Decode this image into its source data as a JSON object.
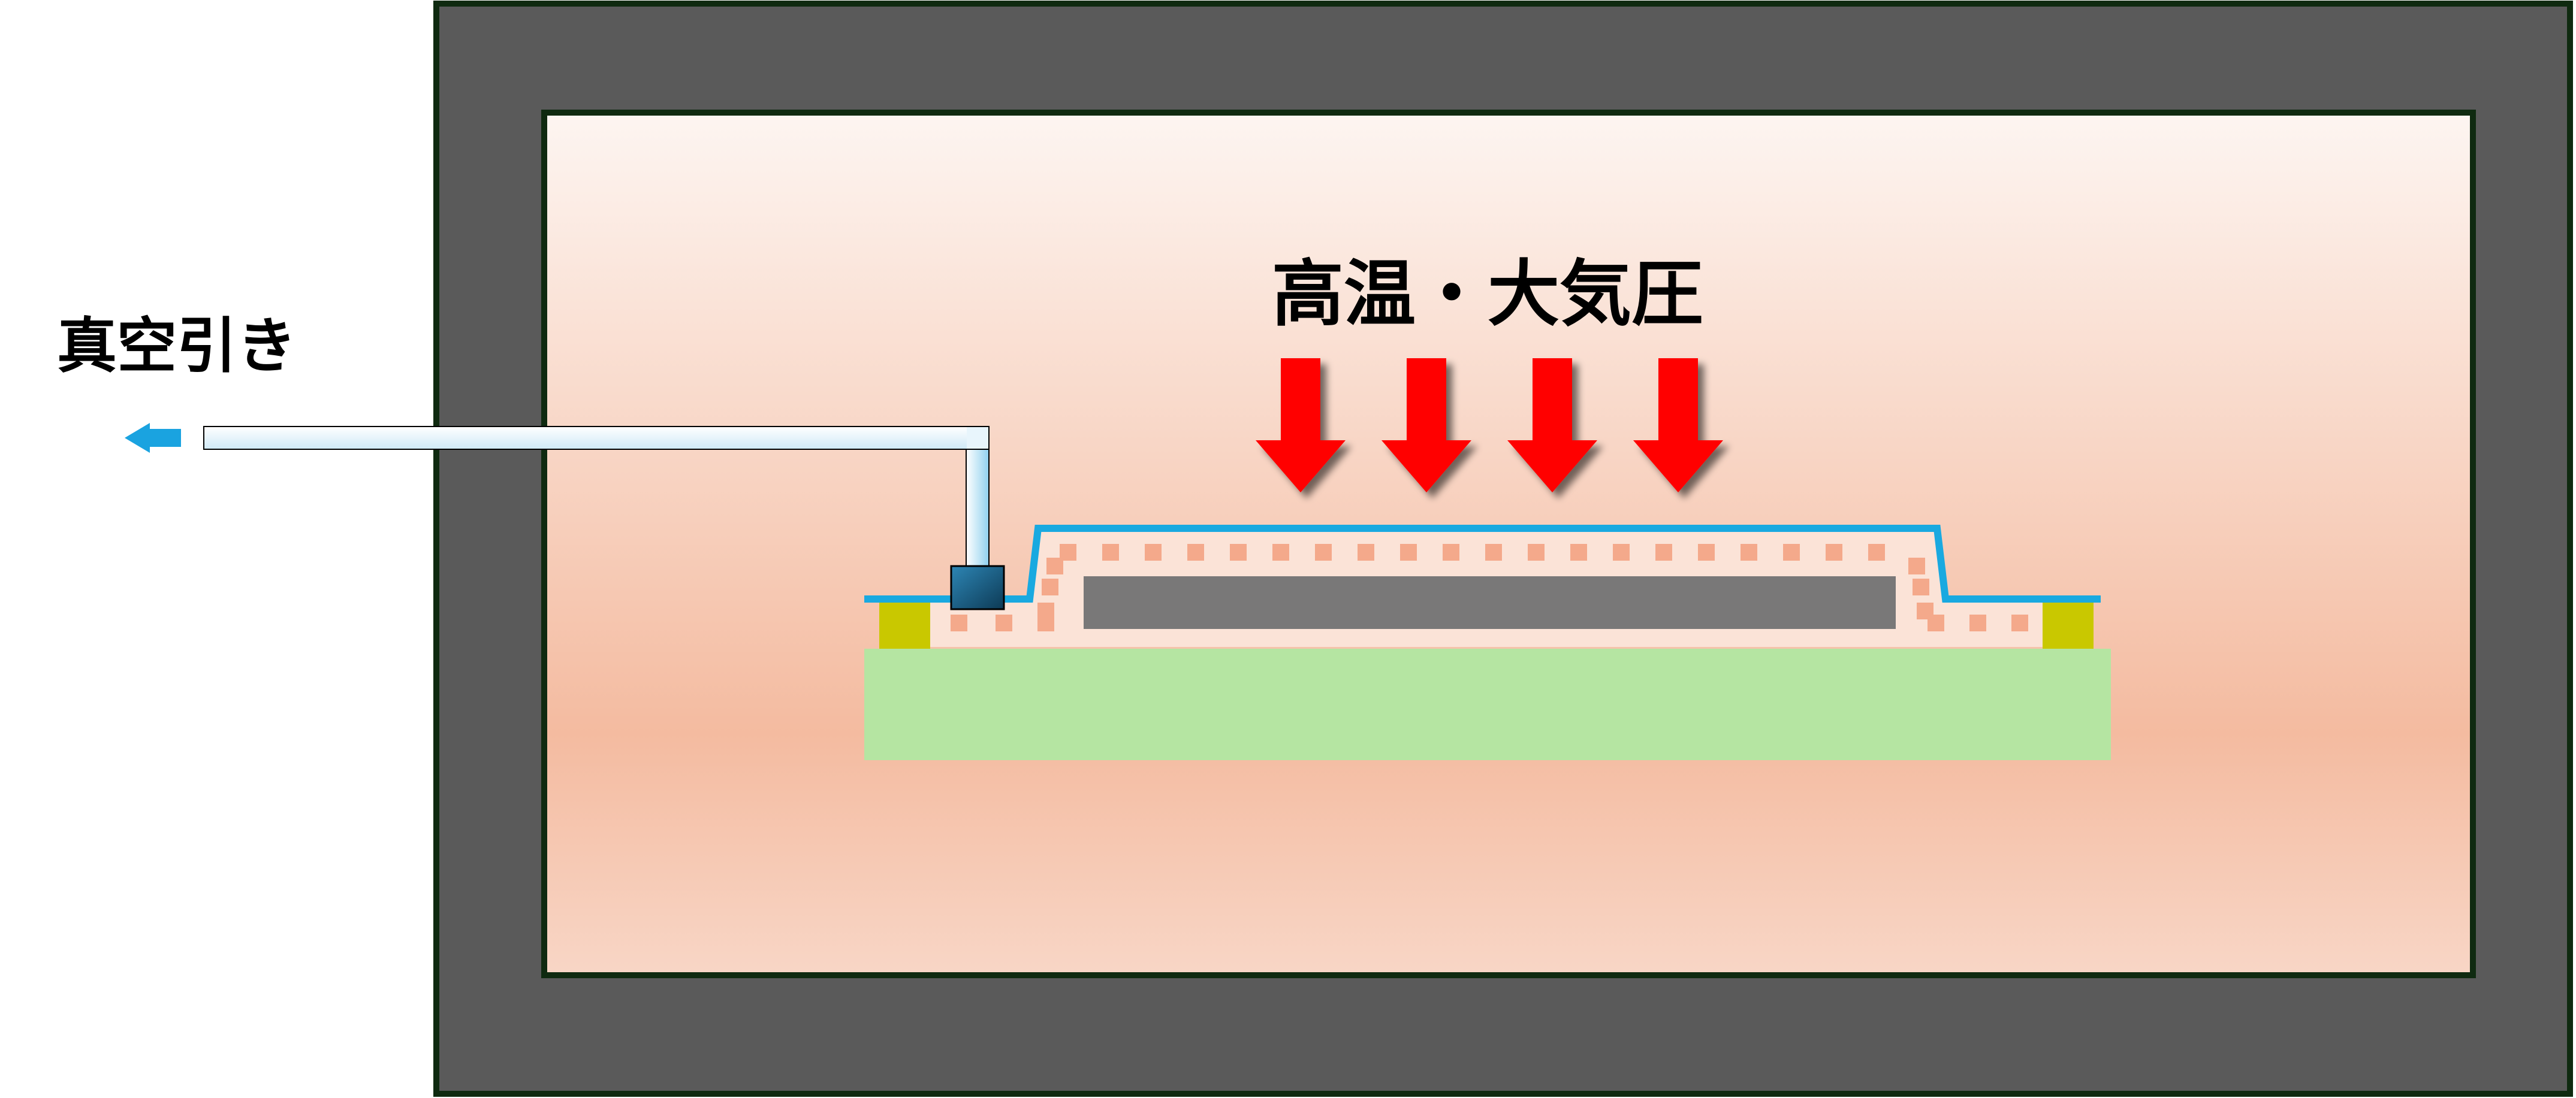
{
  "labels": {
    "vacuum": "真空引き",
    "condition": "高温・大気圧"
  },
  "arrows": {
    "pressure_count": 4
  },
  "colors": {
    "chamber_wall": "#5a5a5a",
    "chamber_outline": "#0f2a10",
    "chamber_top": "#fdf5f1",
    "chamber_mid": "#f4bba0",
    "chamber_bottom": "#f8d6c6",
    "bag_film": "#19a9e0",
    "breather_dots": "#f4a98b",
    "breather_fill": "#fbe3d7",
    "part": "#797878",
    "tool_plate": "#b5e5a2",
    "sealant": "#c9c800",
    "valve": "#1a5f85",
    "hose_fill": "#dff0fa",
    "pressure_arrow": "#ff0000",
    "vacuum_arrow": "#1aa3e0"
  }
}
